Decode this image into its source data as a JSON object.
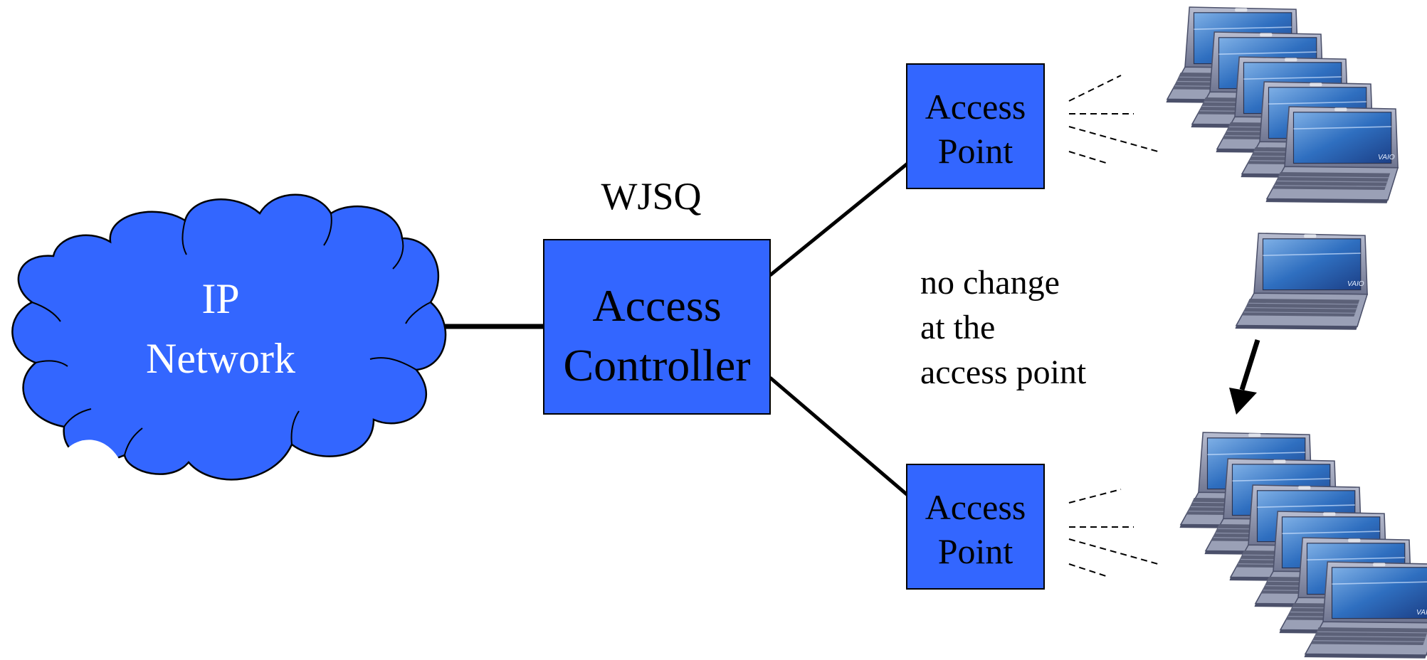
{
  "cloud": {
    "line1": "IP",
    "line2": "Network"
  },
  "controller": {
    "label_above": "WJSQ",
    "line1": "Access",
    "line2": "Controller"
  },
  "access_point_top": {
    "line1": "Access",
    "line2": "Point"
  },
  "access_point_bottom": {
    "line1": "Access",
    "line2": "Point"
  },
  "note": {
    "line1": "no change",
    "line2": "at the",
    "line3": "access point"
  },
  "laptop_brand": "VAIO",
  "colors": {
    "box_fill": "#3366ff",
    "cloud_fill": "#3366ff",
    "outline": "#000000",
    "laptop_body": "#8f95ab",
    "laptop_screen": "#2f6fc0"
  }
}
